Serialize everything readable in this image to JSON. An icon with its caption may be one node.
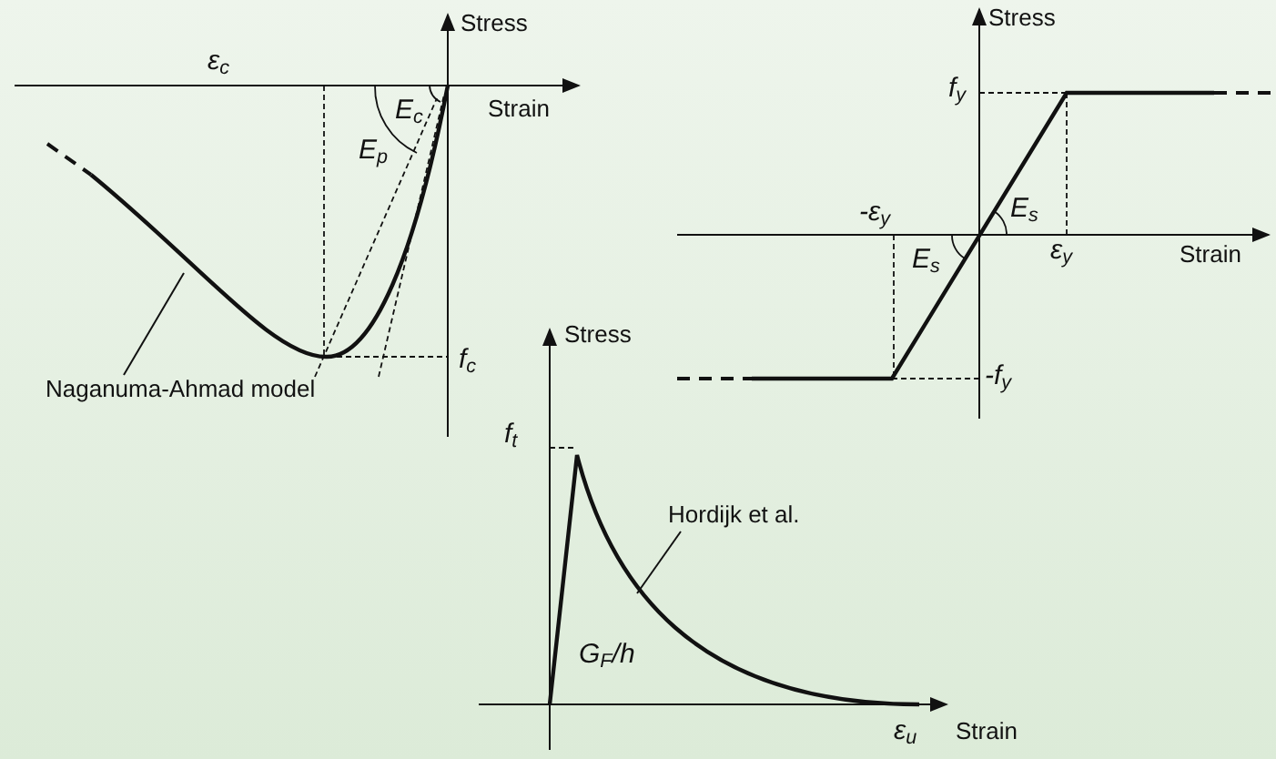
{
  "diagram": {
    "nodes": [
      {
        "text": [
          "Naganuma-Ahmad model"
        ]
      },
      {
        "text": [
          "Hordijk et al."
        ]
      }
    ],
    "edges": [
      {
        "from": 0,
        "to": null,
        "arrow": "none"
      },
      {
        "from": 1,
        "to": null,
        "arrow": "none"
      }
    ],
    "labels": [
      "Stress",
      "Stress",
      "ε$_{c}$",
      "E$_{c}$",
      "Strain",
      "E$_{p}$",
      "f$_{y}$",
      "-ε$_{y}$",
      "E$_{s}$",
      "E$_{s}$",
      "ε$_{y}$",
      "Strain",
      "Stress",
      "f$_{c}$",
      "-f$_{y}$",
      "f$_{t}$",
      "G$_{F}$/h",
      "ε$_{u}$",
      "Strain"
    ]
  }
}
